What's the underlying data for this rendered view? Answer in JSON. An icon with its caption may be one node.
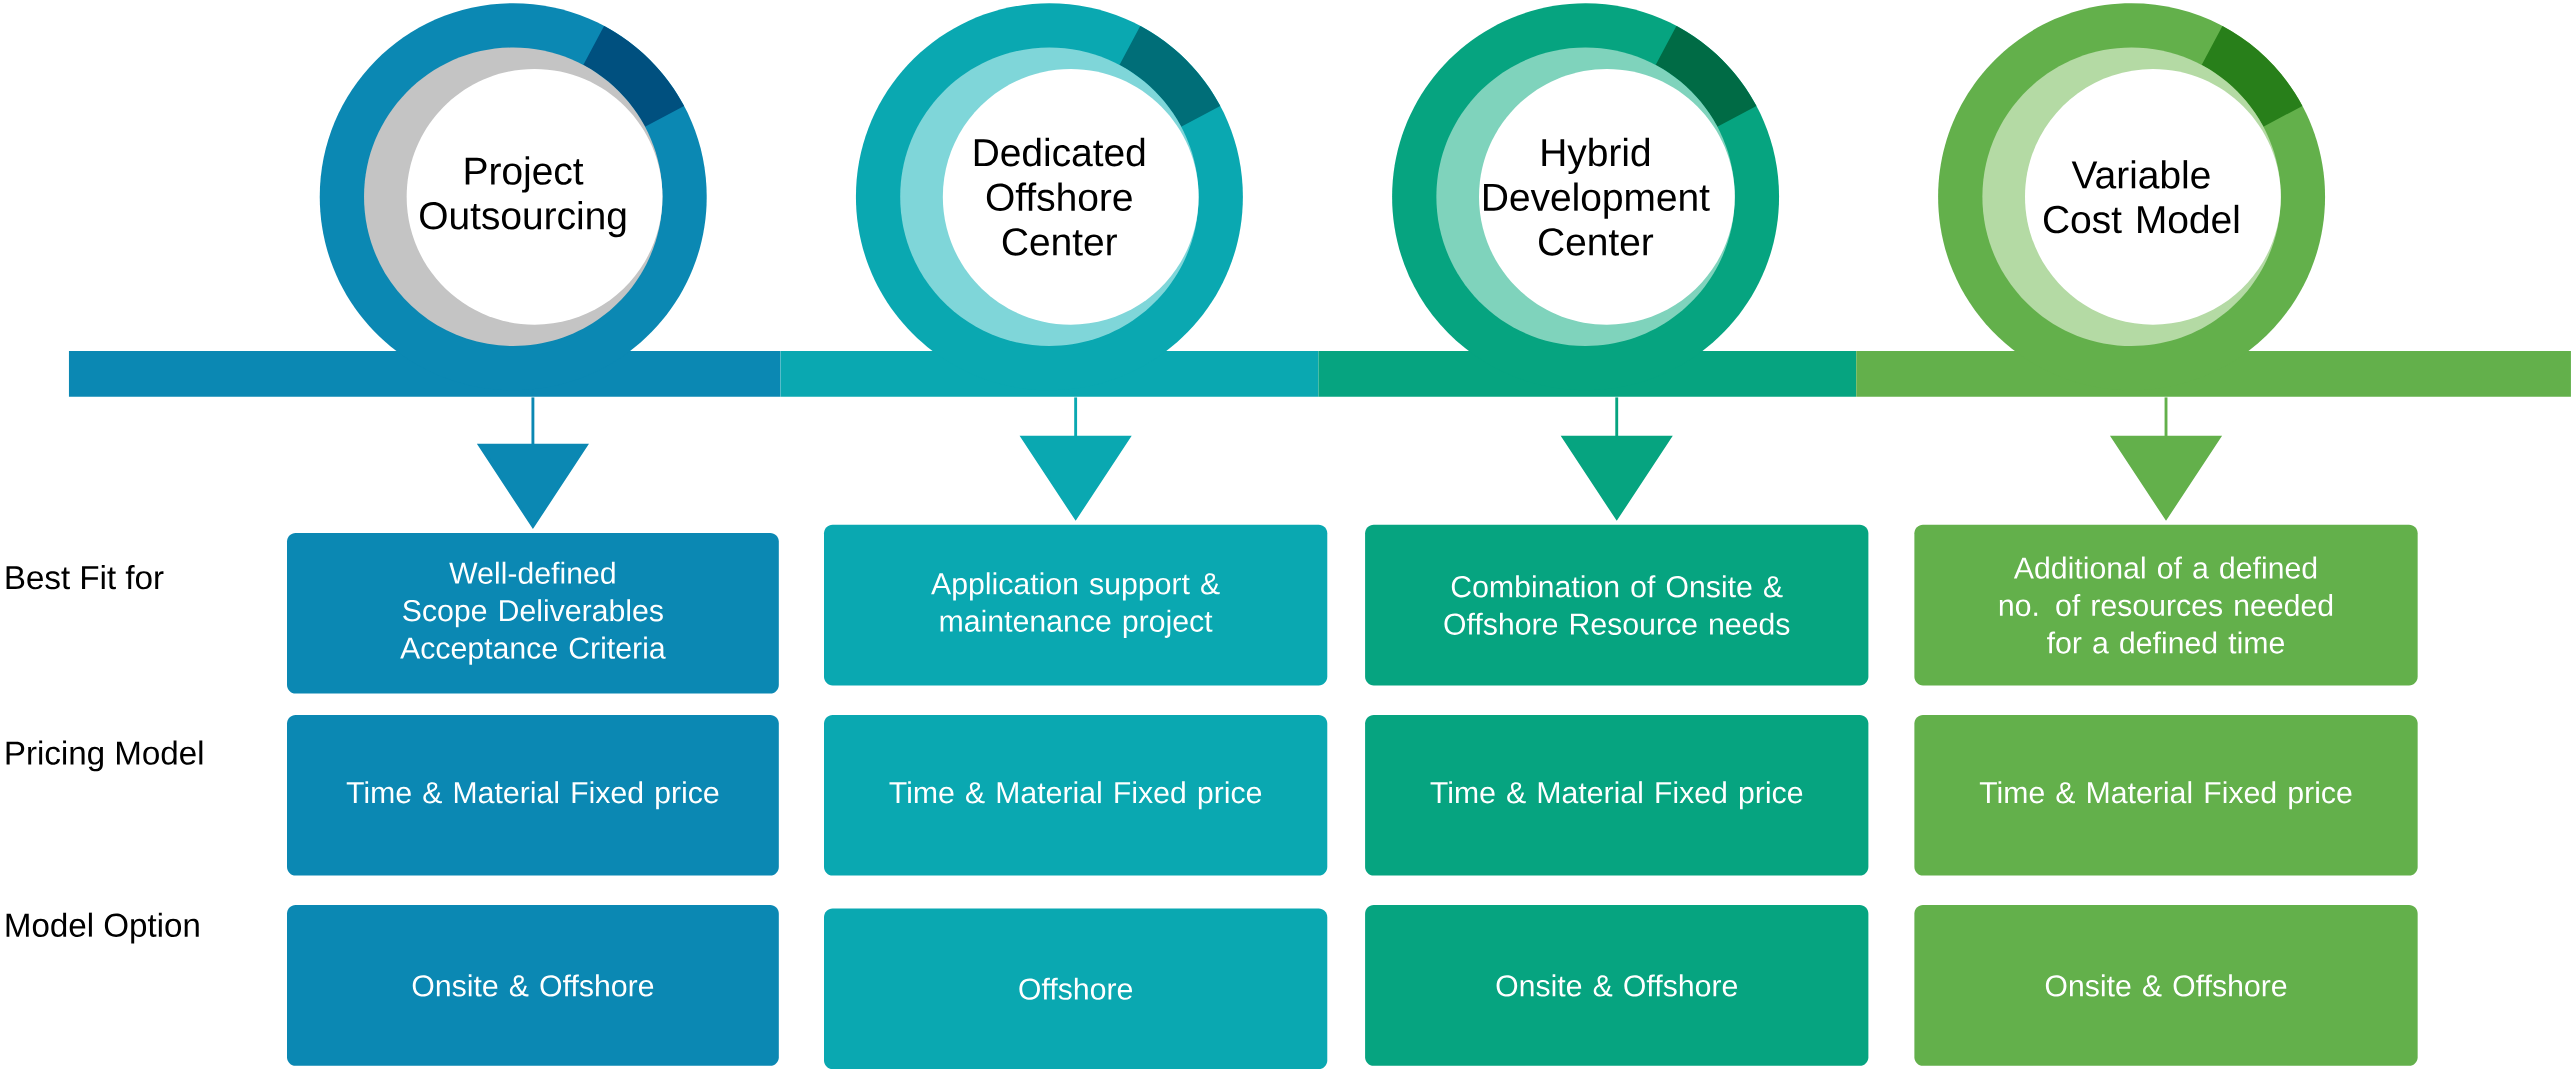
{
  "diagram": {
    "nodes": [
      {
        "text": [
          "Project Outsourcing"
        ]
      },
      {
        "text": [
          "Dedicated Offshore Center"
        ]
      },
      {
        "text": [
          "Hybrid Development Center"
        ]
      },
      {
        "text": [
          "Variable Cost Model"
        ]
      },
      {
        "text": [],
        "shape": "bar"
      },
      {
        "text": [],
        "shape": "bar"
      },
      {
        "text": [],
        "shape": "bar"
      },
      {
        "text": [],
        "shape": "bar"
      },
      {
        "text": [
          "Well-defined Scope Deliverables Acceptance Criteria"
        ]
      },
      {
        "text": [
          "Application support & maintenance project"
        ]
      },
      {
        "text": [
          "Combination of Onsite & Offshore Resource needs"
        ]
      },
      {
        "text": [
          "Additional of a defined no. of resources needed for a defined time"
        ]
      },
      {
        "text": [
          "Time & Material Fixed price"
        ]
      },
      {
        "text": [
          "Time & Material Fixed price"
        ]
      },
      {
        "text": [
          "Time & Material Fixed price"
        ]
      },
      {
        "text": [
          "Time & Material Fixed price"
        ]
      },
      {
        "text": [
          "Onsite & Offshore"
        ]
      },
      {
        "text": [
          "Offshore"
        ]
      },
      {
        "text": [
          "Onsite & Offshore"
        ]
      },
      {
        "text": [
          "Onsite & Offshore"
        ]
      }
    ],
    "edges": [
      {
        "from": 4,
        "to": 8,
        "arrow": "to",
        "color": "#0b88b3"
      },
      {
        "from": 5,
        "to": 9,
        "arrow": "to",
        "color": "#0aa8b1"
      },
      {
        "from": 6,
        "to": 10,
        "arrow": "to",
        "color": "#06a480"
      },
      {
        "from": 7,
        "to": 11,
        "arrow": "to",
        "color": "#63b04b"
      }
    ],
    "labels": [
      "Best Fit for",
      "Pricing Model",
      "Model Option"
    ]
  }
}
